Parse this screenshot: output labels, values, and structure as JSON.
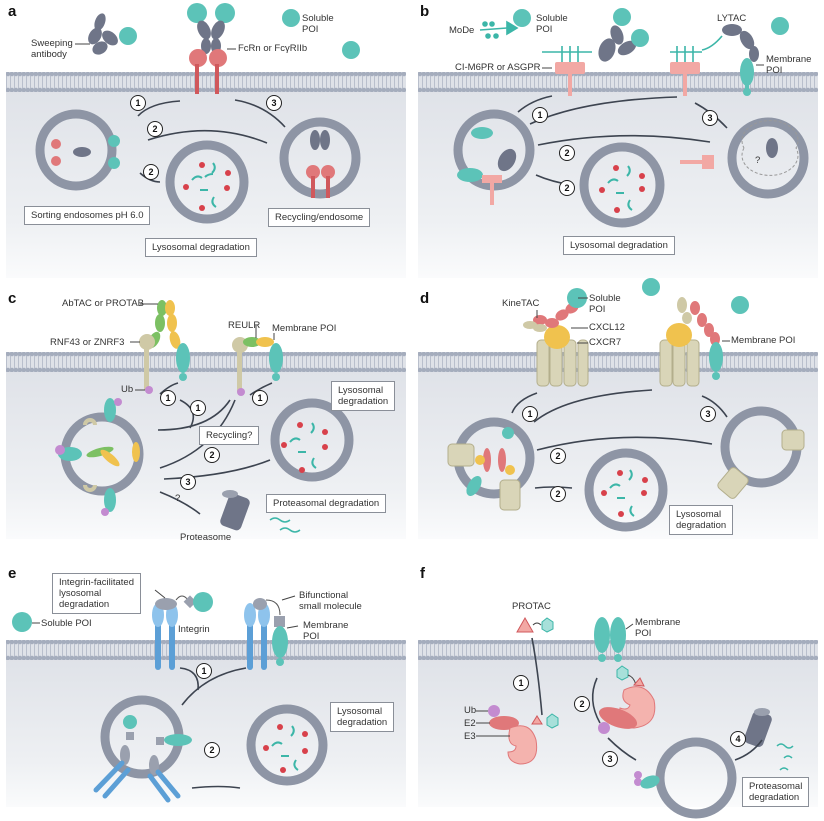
{
  "figure": {
    "panels": [
      {
        "id": "a",
        "letter": "a",
        "labels": {
          "sweeping_antibody": "Sweeping\nantibody",
          "receptor": "FcRn or FcγRIIb",
          "soluble_poi": "Soluble\nPOI"
        },
        "boxes": [
          "Sorting endosomes pH 6.0",
          "Lysosomal degradation",
          "Recycling/endosome"
        ],
        "steps": [
          "1",
          "2",
          "2",
          "3"
        ]
      },
      {
        "id": "b",
        "letter": "b",
        "labels": {
          "mode": "MoDe",
          "soluble_poi": "Soluble\nPOI",
          "receptor": "CI-M6PR or ASGPR",
          "lytac": "LYTAC",
          "membrane_poi": "Membrane\nPOI",
          "question": "?"
        },
        "boxes": [
          "Lysosomal degradation"
        ],
        "steps": [
          "1",
          "2",
          "2",
          "3"
        ]
      },
      {
        "id": "c",
        "letter": "c",
        "labels": {
          "abtac": "AbTAC or PROTAB",
          "rnf43": "RNF43 or ZNRF3",
          "reulr": "REULR",
          "membrane_poi": "Membrane POI",
          "ub": "Ub",
          "proteasome": "Proteasome",
          "question": "?"
        },
        "boxes": [
          "Lysosomal\ndegradation",
          "Recycling?",
          "Proteasomal degradation"
        ],
        "steps": [
          "1",
          "1",
          "1",
          "2",
          "3"
        ]
      },
      {
        "id": "d",
        "letter": "d",
        "labels": {
          "kinetac": "KineTAC",
          "soluble_poi": "Soluble\nPOI",
          "cxcl12": "CXCL12",
          "cxcr7": "CXCR7",
          "membrane_poi": "Membrane POI"
        },
        "boxes": [
          "Lysosomal\ndegradation"
        ],
        "steps": [
          "1",
          "2",
          "2",
          "3"
        ]
      },
      {
        "id": "e",
        "letter": "e",
        "labels": {
          "soluble_poi": "Soluble POI",
          "integrin": "Integrin",
          "bifunctional": "Bifunctional\nsmall molecule",
          "membrane_poi": "Membrane\nPOI"
        },
        "boxes": [
          "Integrin-facilitated\nlysosomal\ndegradation",
          "Lysosomal\ndegradation"
        ],
        "steps": [
          "1",
          "2"
        ]
      },
      {
        "id": "f",
        "letter": "f",
        "labels": {
          "protac": "PROTAC",
          "membrane_poi": "Membrane\nPOI",
          "ub": "Ub",
          "e2": "E2",
          "e3": "E3"
        },
        "boxes": [
          "Proteasomal\ndegradation"
        ],
        "steps": [
          "1",
          "2",
          "3",
          "4"
        ]
      }
    ],
    "colors": {
      "poi_teal": "#5cc3b8",
      "receptor_red": "#e0787a",
      "antibody_grey": "#6f7588",
      "vesicle_grey": "#8e95a5",
      "abtac_green": "#7cc063",
      "abtac_yellow": "#f0c24e",
      "ub_purple": "#c38bd0",
      "integrin_blue": "#5c9fd6",
      "e3_pink": "#f4b3ae",
      "cargo_red": "#d8414b"
    }
  }
}
